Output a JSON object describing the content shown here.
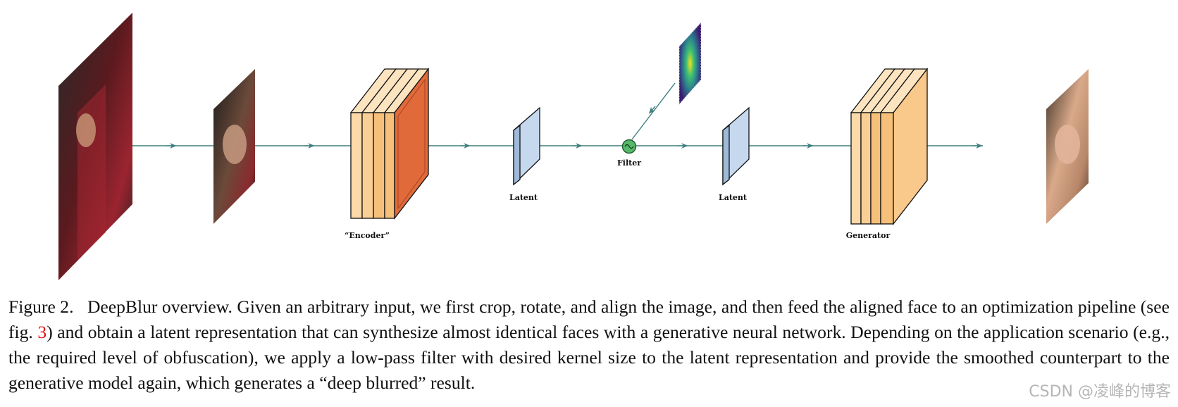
{
  "figure": {
    "labels": {
      "encoder": "“Encoder”",
      "latent_1": "Latent",
      "filter": "Filter",
      "latent_2": "Latent",
      "generator": "Generator"
    },
    "filter_symbol": "~",
    "colors": {
      "arrow": "#3f7f7f",
      "block_light": "#fcd9a8",
      "block_mid": "#f6c07a",
      "block_red": "#e06a3a",
      "latent": "#c5d8ee",
      "filter_node": "#56b86a",
      "kernel_outer": "#3b1c6e",
      "kernel_center": "#f4e21a"
    },
    "photo_icons": [
      "input-photo-icon",
      "cropped-face-icon",
      "output-face-icon"
    ]
  },
  "caption": {
    "fig_label": "Figure 2.",
    "text_before_ref": "DeepBlur overview. Given an arbitrary input, we first crop, rotate, and align the image, and then feed the aligned face to an optimization pipeline (see fig. ",
    "ref": "3",
    "text_after_ref": ") and obtain a latent representation that can synthesize almost identical faces with a generative neural network. Depending on the application scenario (e.g., the required level of obfuscation), we apply a low-pass filter with desired kernel size to the latent representation and provide the smoothed counterpart to the generative model again, which generates a “deep blurred” result."
  },
  "watermark": "CSDN @凌峰的博客"
}
